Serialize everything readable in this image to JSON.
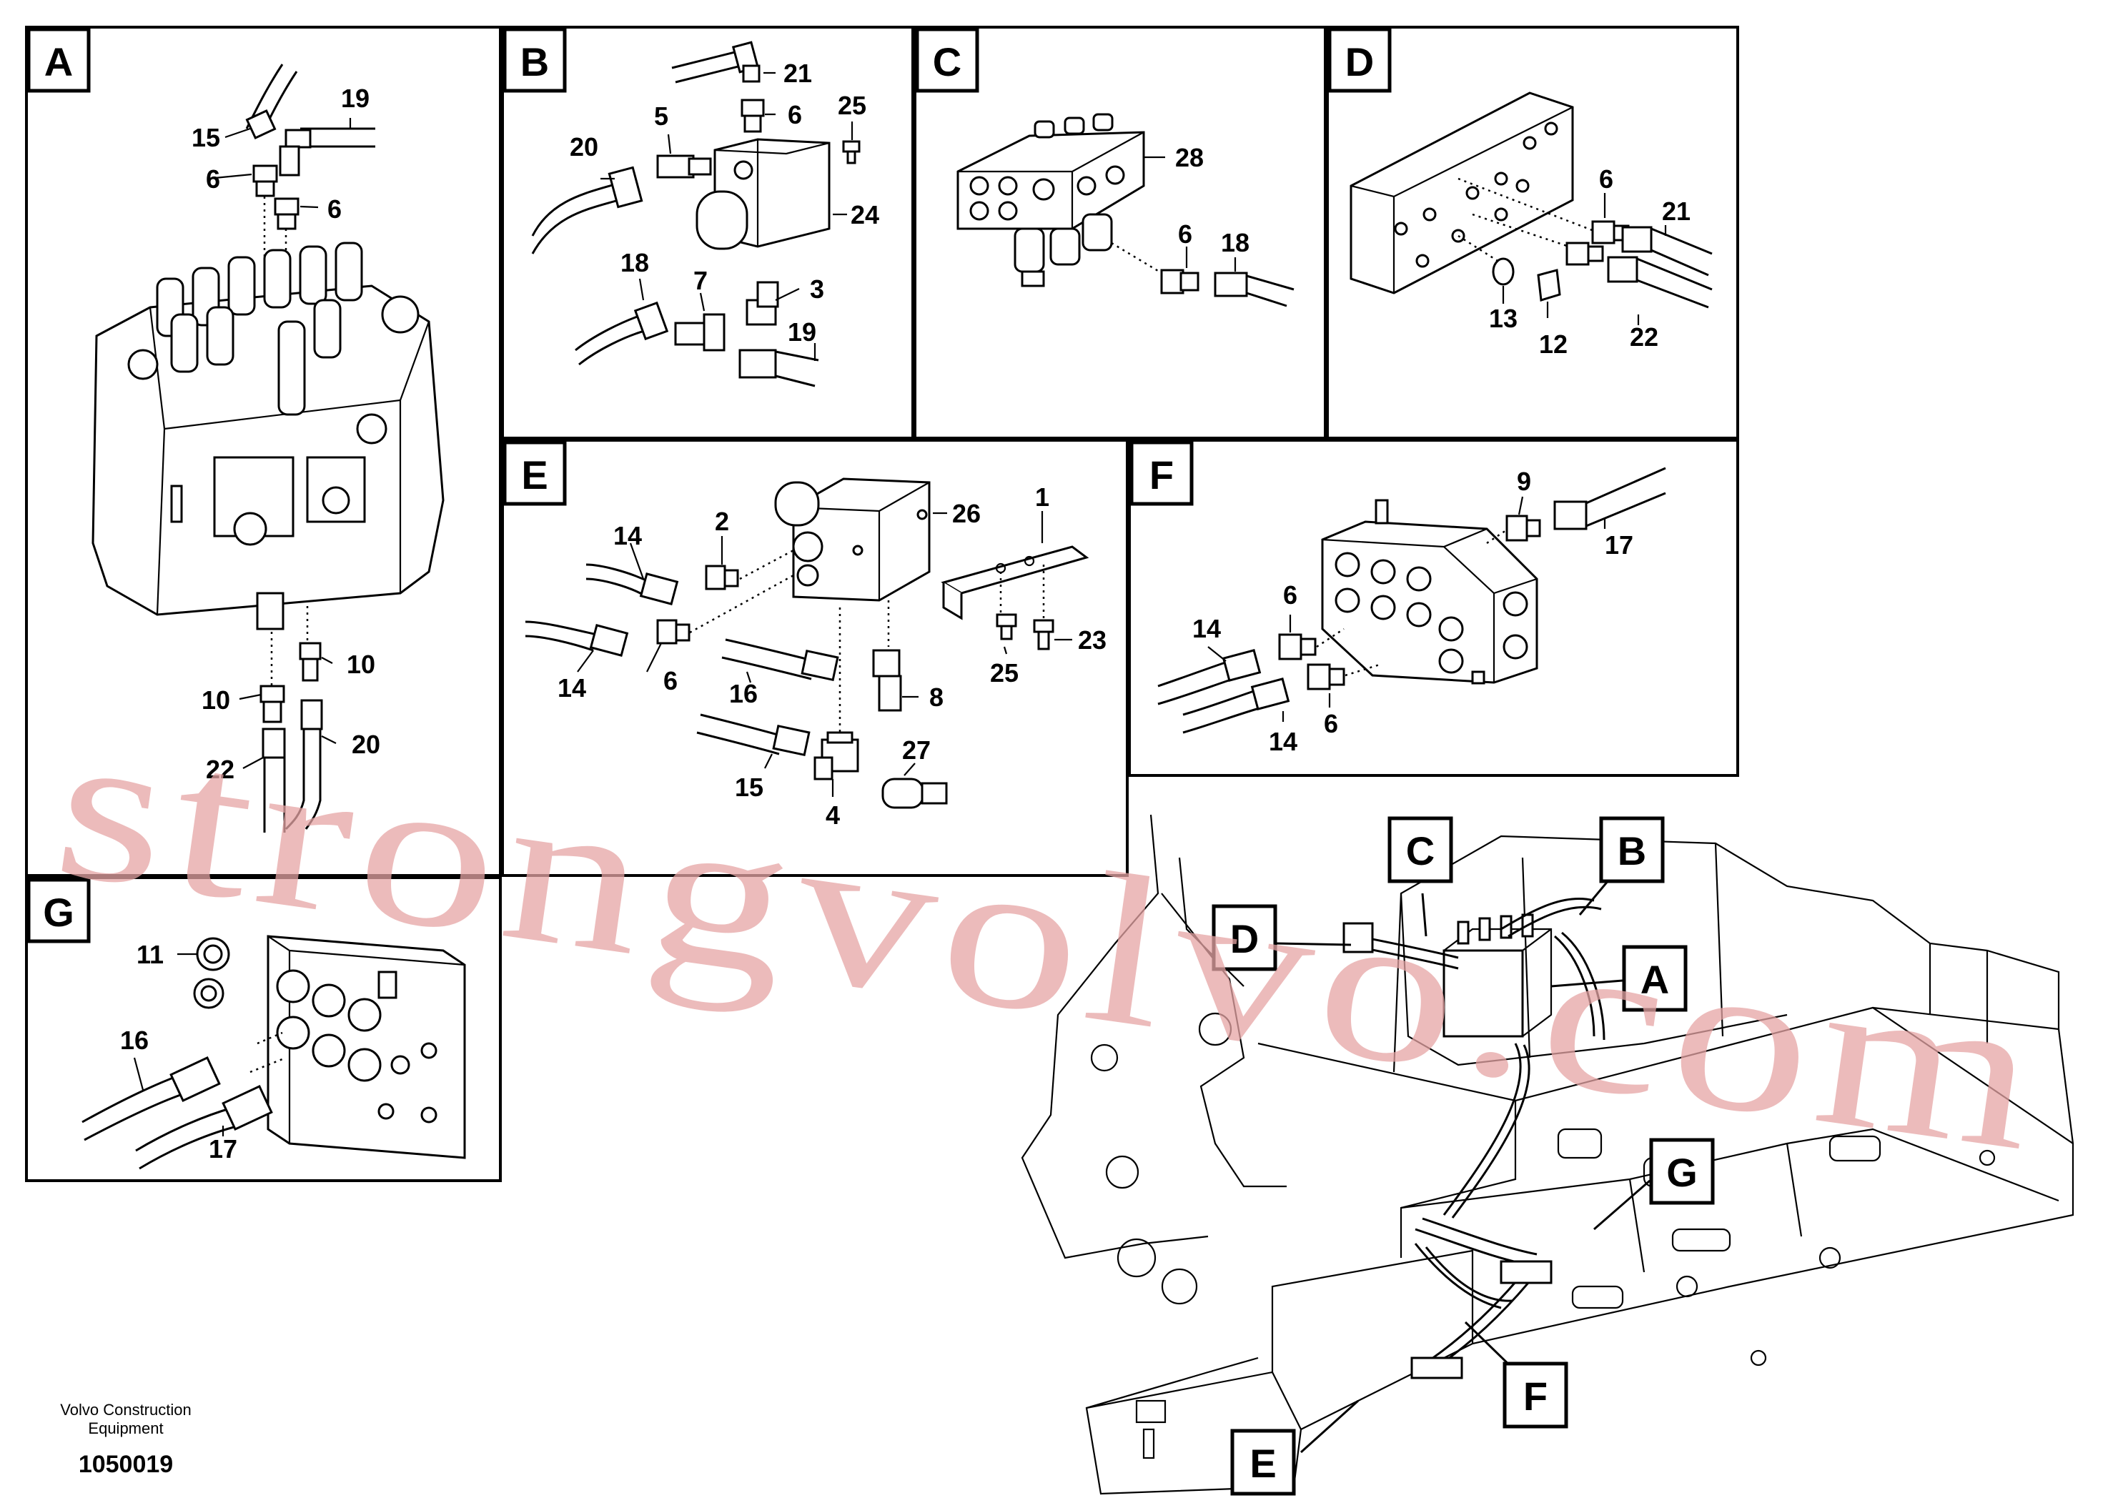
{
  "panels": {
    "A": {
      "label": "A",
      "callouts": [
        "15",
        "19",
        "6",
        "6",
        "10",
        "10",
        "22",
        "20"
      ]
    },
    "B": {
      "label": "B",
      "callouts": [
        "21",
        "6",
        "25",
        "5",
        "20",
        "24",
        "18",
        "7",
        "3",
        "19"
      ]
    },
    "C": {
      "label": "C",
      "callouts": [
        "28",
        "6",
        "18"
      ]
    },
    "D": {
      "label": "D",
      "callouts": [
        "6",
        "21",
        "13",
        "12",
        "22"
      ]
    },
    "E": {
      "label": "E",
      "callouts": [
        "2",
        "26",
        "1",
        "14",
        "14",
        "6",
        "16",
        "8",
        "23",
        "25",
        "15",
        "27",
        "4"
      ]
    },
    "F": {
      "label": "F",
      "callouts": [
        "9",
        "17",
        "6",
        "14",
        "14",
        "6"
      ]
    },
    "G": {
      "label": "G",
      "callouts": [
        "11",
        "16",
        "17"
      ]
    }
  },
  "overview": {
    "labels": [
      "C",
      "B",
      "D",
      "A",
      "G",
      "F",
      "E"
    ]
  },
  "footer": {
    "company_line1": "Volvo Construction",
    "company_line2": "Equipment",
    "drawing_number": "1050019"
  },
  "watermark": "strongvolvo.com",
  "colors": {
    "line": "#000000",
    "watermark": "#e6a5a5"
  }
}
